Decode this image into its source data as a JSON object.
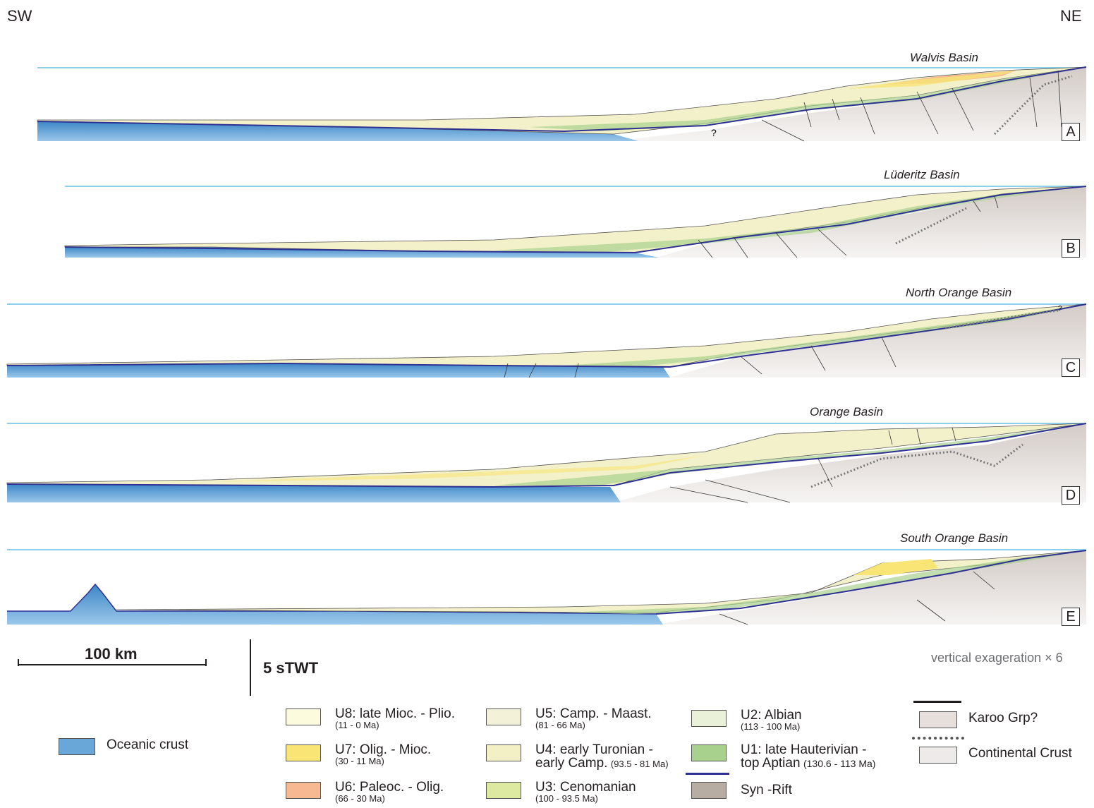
{
  "orientation": {
    "left": "SW",
    "right": "NE"
  },
  "panels": [
    {
      "letter": "A",
      "name": "Walvis Basin"
    },
    {
      "letter": "B",
      "name": "Lüderitz Basin"
    },
    {
      "letter": "C",
      "name": "North Orange Basin"
    },
    {
      "letter": "D",
      "name": "Orange Basin"
    },
    {
      "letter": "E",
      "name": "South Orange Basin"
    }
  ],
  "panel_a_question": "?",
  "panel_c_question": "?",
  "scale": {
    "horizontal": "100 km",
    "vertical": "5 sTWT",
    "exaggeration": "vertical exageration × 6"
  },
  "legend": {
    "oceanic": {
      "label": "Oceanic crust",
      "color": "#69a7d8"
    },
    "units": [
      {
        "main": "U8: late Mioc. - Plio.",
        "sub": "(11 - 0 Ma)",
        "color": "#fcfbde"
      },
      {
        "main": "U7: Olig. - Mioc.",
        "sub": "(30 - 11 Ma)",
        "color": "#f8e576"
      },
      {
        "main": "U6: Paleoc. - Olig.",
        "sub": "(66 - 30 Ma)",
        "color": "#f6b992"
      },
      {
        "main": "U5: Camp. - Maast.",
        "sub": "(81 - 66 Ma)",
        "color": "#f3f1d7"
      },
      {
        "main": "U4: early Turonian -",
        "main2": "early Camp.",
        "sub": "(93.5 - 81 Ma)",
        "color": "#f2f0c4"
      },
      {
        "main": "U3: Cenomanian",
        "sub": "(100 - 93.5 Ma)",
        "color": "#dde9a1"
      },
      {
        "main": "U2: Albian",
        "sub": "(113 - 100 Ma)",
        "color": "#e9f1d9"
      },
      {
        "main": "U1: late Hauterivian -",
        "main2": "top Aptian",
        "sub": "(130.6 - 113 Ma)",
        "color": "#a9d18e"
      },
      {
        "main": "Syn -Rift",
        "sub": "",
        "color": "#b8ada3"
      }
    ],
    "karoo": {
      "label": "Karoo Grp?",
      "color": "#e6dfdc"
    },
    "continental": {
      "label": "Continental Crust",
      "color": "#eeeaea"
    }
  }
}
